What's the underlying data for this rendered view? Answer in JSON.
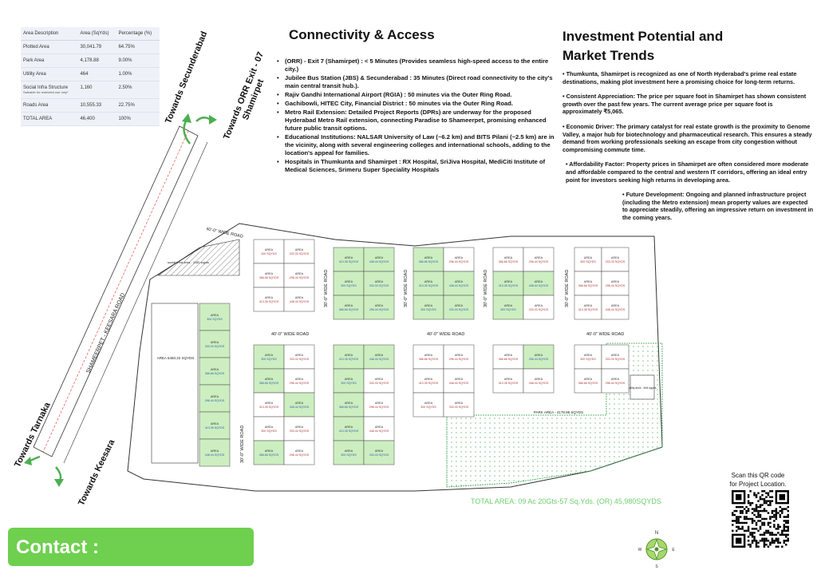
{
  "area_table": {
    "headers": [
      "Area Description",
      "Area (SqYds)",
      "Percentage (%)"
    ],
    "rows": [
      {
        "desc": "Plotted Area",
        "note": "",
        "area": "30,041.79",
        "pct": "64.75%"
      },
      {
        "desc": "Park Area",
        "note": "",
        "area": "4,178.88",
        "pct": "9.00%"
      },
      {
        "desc": "Utility Area",
        "note": "",
        "area": "464",
        "pct": "1.00%"
      },
      {
        "desc": "Social Infra Structure",
        "note": "Saleable for restricted use only*",
        "area": "1,160",
        "pct": "2.50%"
      },
      {
        "desc": "Roads Area",
        "note": "",
        "area": "10,555.33",
        "pct": "22.75%"
      },
      {
        "desc": "TOTAL AREA",
        "note": "",
        "area": "46,400",
        "pct": "100%"
      }
    ]
  },
  "connectivity": {
    "title": "Connectivity & Access",
    "items": [
      "(ORR) - Exit 7 (Shamirpet) : < 5 Minutes (Provides seamless high-speed access to the entire city.)",
      "Jubilee Bus Station (JBS) & Secunderabad : 35 Minutes (Direct road connectivity to the city's main central transit hub.).",
      "Rajiv Gandhi International Airport (RGIA) : 50 minutes via the Outer Ring Road.",
      "Gachibowli, HITEC City, Financial District : 50 minutes via the Outer Ring Road.",
      "Metro Rail Extension: Detailed Project Reports (DPRs) are underway for the proposed Hyderabad Metro Rail extension, connecting Paradise to Shameerpet, promising enhanced future public transit options.",
      "Educational Institutions: NALSAR University of Law (~6.2 km) and BITS Pilani (~2.5 km) are in the vicinity, along with several engineering colleges and international schools, adding to the location's appeal for families.",
      "Hospitals in Thumkunta and Shamirpet : RX Hospital, SriJiva Hospital, MediCiti Institute of Medical Sciences, Srimeru Super Speciality Hospitals"
    ]
  },
  "investment": {
    "title": "Investment Potential and Market Trends",
    "points": [
      "• Thumkunta, Shamirpet is recognized as one of North Hyderabad's prime real estate destinations, making plot investment here a promising choice for long-term returns.",
      "• Consistent Appreciation: The price per square foot in Shamirpet has shown consistent growth over the past few years. The current average price per square foot is approximately ₹5,065.",
      "• Economic Driver: The primary catalyst for real estate growth is the proximity to Genome Valley, a major hub for biotechnology and pharmaceutical research. This ensures a steady demand from working professionals seeking an escape from city congestion without compromising commute time.",
      "• Affordability Factor: Property prices in Shamirpet are often considered more moderate and affordable compared to the central and western IT corridors, offering an ideal entry point for investors seeking high returns in developing area.",
      "• Future Development: Ongoing and planned infrastructure project (including the Metro extension) mean property values are expected to appreciate steadily, offering an impressive return on investment in the coming years."
    ]
  },
  "directions": {
    "secunderabad": "Towards Secunderabad",
    "orr_line1": "Towards ORR Exit - 07",
    "orr_line2": "Shamirpet",
    "tarnaka": "Towards Tarnaka",
    "keesara": "Towards Keesara"
  },
  "site_plan": {
    "main_road": "SHAMEERPET - KEESARA ROAD",
    "road_40": "40'-0\" WIDE ROAD",
    "road_30": "30'-0\" WIDE ROAD",
    "social_infra": "social infra area - 1160 sqyds",
    "large_plot": "AREA 5450.22 SQYDS",
    "park_area": "PARK AREA - 4178.88 SQYDS",
    "utility": "utility area - 464 sqyds",
    "plot_label": "AREA",
    "plot_sizes": [
      "300 SQYDS",
      "333.33 SQYDS",
      "366.66 SQYDS",
      "296.44 SQYDS",
      "413.35 SQYDS",
      "448.44 SQYDS"
    ]
  },
  "total_area": "TOTAL AREA: 09 Ac 20Gts-57 Sq.Yds. (OR) 45,980SQYDS",
  "contact": {
    "label": "Contact :"
  },
  "qr": {
    "caption_line1": "Scan this QR code",
    "caption_line2": "for Project Location."
  },
  "compass": {
    "n": "N",
    "s": "S",
    "e": "E",
    "w": "W"
  },
  "colors": {
    "plot_green": "#cdeec0",
    "park_green": "#2f9e44",
    "road_green": "#6ccf6c",
    "contact_green": "#6ed04e"
  }
}
